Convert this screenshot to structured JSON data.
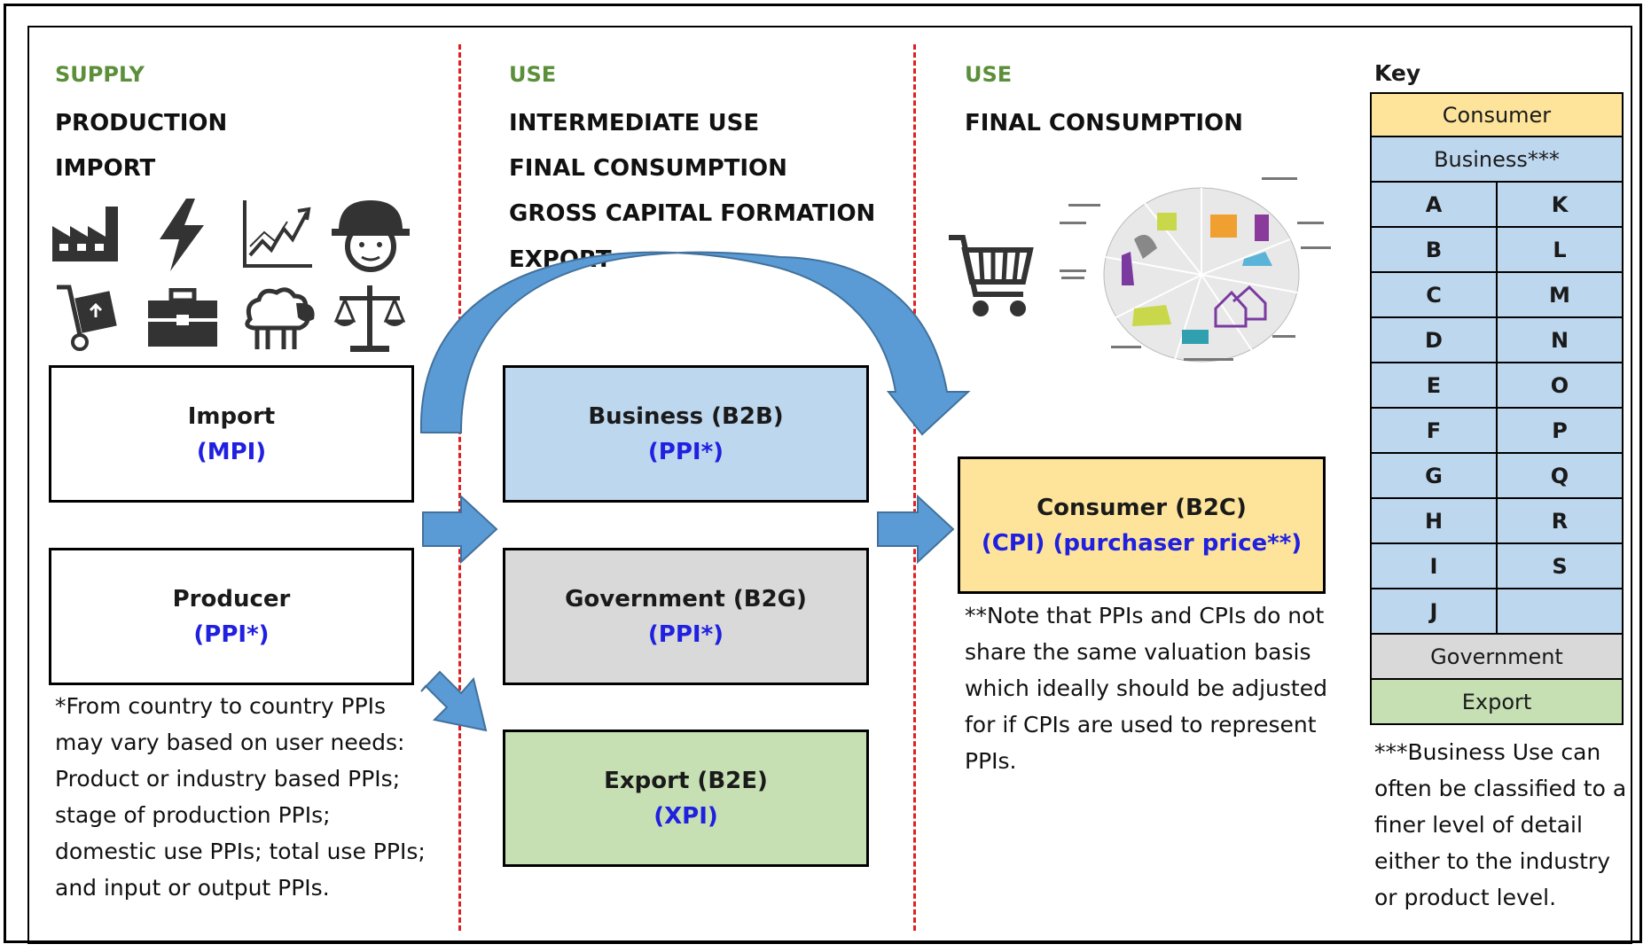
{
  "columns": [
    {
      "category": "SUPPLY",
      "headings": [
        "PRODUCTION",
        "IMPORT"
      ]
    },
    {
      "category": "USE",
      "headings": [
        "INTERMEDIATE USE",
        "FINAL CONSUMPTION",
        "GROSS CAPITAL FORMATION",
        "EXPORT"
      ]
    },
    {
      "category": "USE",
      "headings": [
        "FINAL CONSUMPTION"
      ]
    }
  ],
  "boxes": {
    "import": {
      "title": "Import",
      "index": "(MPI)"
    },
    "producer": {
      "title": "Producer",
      "index": "(PPI*)"
    },
    "business": {
      "title": "Business (B2B)",
      "index": "(PPI*)"
    },
    "government": {
      "title": "Government (B2G)",
      "index": "(PPI*)"
    },
    "export": {
      "title": "Export (B2E)",
      "index": "(XPI)"
    },
    "consumer": {
      "title": "Consumer (B2C)",
      "index": "(CPI) (purchaser price**)"
    }
  },
  "notes": {
    "ppi_note": "*From country to country PPIs may vary based on user needs: Product or industry based PPIs; stage of production PPIs; domestic use PPIs; total use PPIs; and input or output PPIs.",
    "cpi_note": "**Note that PPIs and CPIs do not share the same valuation basis which ideally should be adjusted for if CPIs are used to represent PPIs.",
    "business_note": "***Business Use can often be classified to a finer level of detail either to the industry or product level."
  },
  "key": {
    "title": "Key",
    "consumer": "Consumer",
    "business": "Business***",
    "letters": [
      [
        "A",
        "K"
      ],
      [
        "B",
        "L"
      ],
      [
        "C",
        "M"
      ],
      [
        "D",
        "N"
      ],
      [
        "E",
        "O"
      ],
      [
        "F",
        "P"
      ],
      [
        "G",
        "Q"
      ],
      [
        "H",
        "R"
      ],
      [
        "I",
        "S"
      ],
      [
        "J",
        ""
      ]
    ],
    "government": "Government",
    "export": "Export"
  },
  "colors": {
    "consumer": "#fde49a",
    "business": "#bdd7ee",
    "government": "#d9d9d9",
    "export": "#c6e0b4",
    "arrow": "#5b9bd5",
    "category": "#5b8f3a",
    "index_text": "#2020e0",
    "divider": "#e02020"
  },
  "icons": [
    "factory-icon",
    "lightning-icon",
    "growth-chart-icon",
    "worker-helmet-icon",
    "hand-truck-icon",
    "briefcase-icon",
    "sheep-icon",
    "scales-icon",
    "shopping-cart-icon",
    "consumption-wheel-icon"
  ]
}
